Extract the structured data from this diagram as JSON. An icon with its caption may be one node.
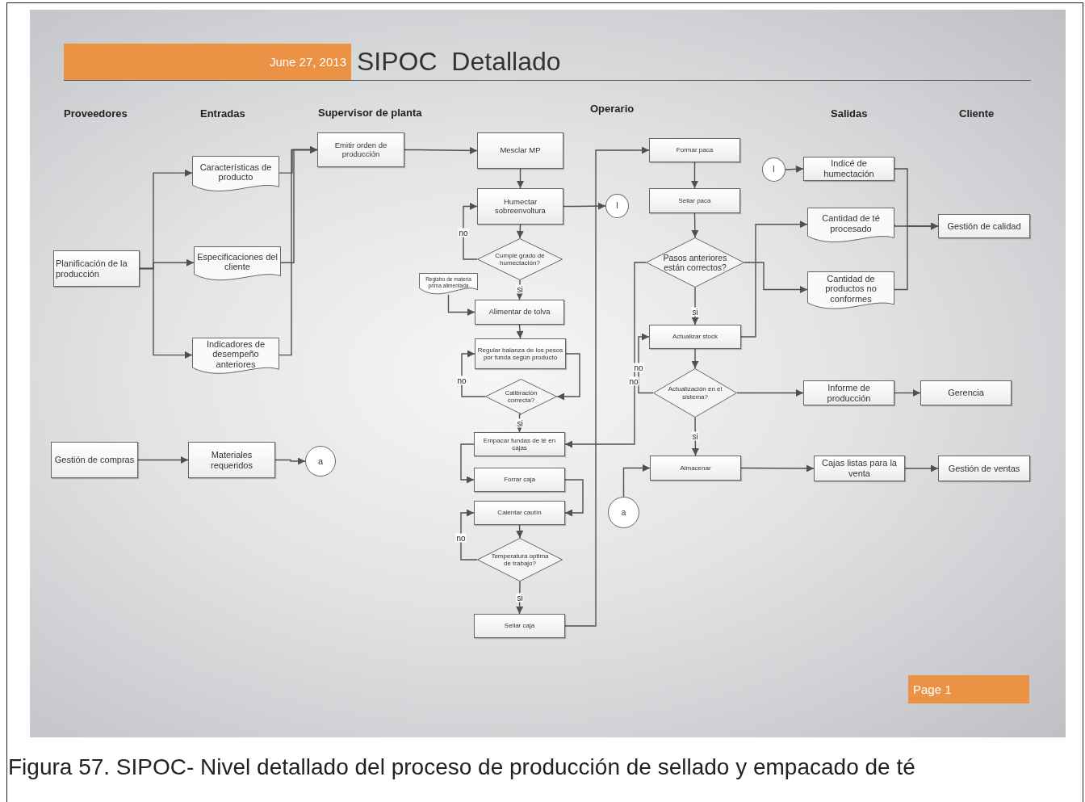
{
  "diagram": {
    "title": "SIPOC  Detallado",
    "caption": "Figura 57. SIPOC- Nivel detallado del proceso de producción de sellado y empacado de té",
    "nodes": [
      {
        "text": [
          "Planificación de la producción"
        ]
      },
      {
        "text": [
          "Características  de producto"
        ]
      },
      {
        "text": [
          "Especificaciones del cliente"
        ]
      },
      {
        "text": [
          "Indicadores de desempeño anteriores"
        ]
      },
      {
        "text": [
          "Gestión de compras"
        ]
      },
      {
        "text": [
          "Materiales requeridos"
        ]
      },
      {
        "text": [
          "a"
        ]
      },
      {
        "text": [
          "Emitir orden de producción"
        ]
      },
      {
        "text": [
          "Mesclar  MP"
        ]
      },
      {
        "text": [
          "Humectar sobreenvoltura"
        ]
      },
      {
        "text": [
          "I"
        ]
      },
      {
        "text": [
          "Cumple grado de humectación?"
        ]
      },
      {
        "text": [
          "Registro de materia prima alimentada"
        ]
      },
      {
        "text": [
          "Alimentar de tolva"
        ]
      },
      {
        "text": [
          "Regular  balanza de los pesos por funda según producto"
        ]
      },
      {
        "text": [
          "Calibración correcta?"
        ]
      },
      {
        "text": [
          "Empacar fundas de té en cajas"
        ]
      },
      {
        "text": [
          "Forrar caja"
        ]
      },
      {
        "text": [
          "Calentar cautín"
        ]
      },
      {
        "text": [
          "Temperatura optima de trabajo?"
        ]
      },
      {
        "text": [
          "Sellar caja"
        ]
      },
      {
        "text": [
          "Formar paca"
        ]
      },
      {
        "text": [
          "Sellar paca"
        ]
      },
      {
        "text": [
          "Pasos anteriores están correctos?"
        ]
      },
      {
        "text": [
          "Actualizar stock"
        ]
      },
      {
        "text": [
          "Actualización en el sistema?"
        ]
      },
      {
        "text": [
          "Almacenar"
        ]
      },
      {
        "text": [
          "a"
        ]
      },
      {
        "text": [
          "I"
        ]
      },
      {
        "text": [
          "Indicé de humectación"
        ]
      },
      {
        "text": [
          "Cantidad de té procesado"
        ]
      },
      {
        "text": [
          "Cantidad de productos no conformes"
        ]
      },
      {
        "text": [
          "Gestión de calidad"
        ]
      },
      {
        "text": [
          "Informe de producción"
        ]
      },
      {
        "text": [
          "Gerencia"
        ]
      },
      {
        "text": [
          "Cajas listas para la venta"
        ]
      },
      {
        "text": [
          "Gestión de ventas"
        ]
      }
    ],
    "edges": [
      {
        "from": 0,
        "to": 1,
        "arrow": "to"
      },
      {
        "from": 0,
        "to": 2,
        "arrow": "to"
      },
      {
        "from": 0,
        "to": 3,
        "arrow": "to"
      },
      {
        "from": 1,
        "to": 7,
        "arrow": "to"
      },
      {
        "from": 2,
        "to": 7,
        "arrow": "to"
      },
      {
        "from": 3,
        "to": 7,
        "arrow": "to"
      },
      {
        "from": 4,
        "to": 5,
        "arrow": "to"
      },
      {
        "from": 5,
        "to": 6,
        "arrow": "to"
      },
      {
        "from": 7,
        "to": 8,
        "arrow": "to"
      },
      {
        "from": 8,
        "to": 9,
        "arrow": "to"
      },
      {
        "from": 9,
        "to": 10,
        "arrow": "to"
      },
      {
        "from": 9,
        "to": 11,
        "arrow": "to"
      },
      {
        "from": 11,
        "to": 9,
        "arrow": "to",
        "label": "no"
      },
      {
        "from": 11,
        "to": 13,
        "arrow": "to",
        "label": "si"
      },
      {
        "from": 12,
        "to": 13,
        "arrow": "to"
      },
      {
        "from": 13,
        "to": 14,
        "arrow": "to"
      },
      {
        "from": 14,
        "to": 15,
        "arrow": "to"
      },
      {
        "from": 15,
        "to": 14,
        "arrow": "to",
        "label": "no"
      },
      {
        "from": 15,
        "to": 16,
        "arrow": "to",
        "label": "si"
      },
      {
        "from": 16,
        "to": 17,
        "arrow": "to"
      },
      {
        "from": 17,
        "to": 18,
        "arrow": "to"
      },
      {
        "from": 18,
        "to": 19,
        "arrow": "to"
      },
      {
        "from": 19,
        "to": 18,
        "arrow": "to",
        "label": "no"
      },
      {
        "from": 19,
        "to": 20,
        "arrow": "to",
        "label": "si"
      },
      {
        "from": 20,
        "to": 21,
        "arrow": "to"
      },
      {
        "from": 21,
        "to": 22,
        "arrow": "to"
      },
      {
        "from": 22,
        "to": 23,
        "arrow": "to"
      },
      {
        "from": 23,
        "to": 16,
        "arrow": "to",
        "label": "no"
      },
      {
        "from": 23,
        "to": 24,
        "arrow": "to",
        "label": "si"
      },
      {
        "from": 24,
        "to": 30,
        "arrow": "to"
      },
      {
        "from": 23,
        "to": 31,
        "arrow": "to"
      },
      {
        "from": 24,
        "to": 25,
        "arrow": "to"
      },
      {
        "from": 25,
        "to": 24,
        "arrow": "to",
        "label": "no"
      },
      {
        "from": 25,
        "to": 33,
        "arrow": "to"
      },
      {
        "from": 25,
        "to": 26,
        "arrow": "to",
        "label": "si"
      },
      {
        "from": 27,
        "to": 26,
        "arrow": "to"
      },
      {
        "from": 26,
        "to": 35,
        "arrow": "to"
      },
      {
        "from": 35,
        "to": 36,
        "arrow": "to"
      },
      {
        "from": 33,
        "to": 34,
        "arrow": "to"
      },
      {
        "from": 28,
        "to": 29,
        "arrow": "to"
      },
      {
        "from": 29,
        "to": 32,
        "arrow": "to"
      },
      {
        "from": 30,
        "to": 32,
        "arrow": "to"
      },
      {
        "from": 31,
        "to": 32,
        "arrow": "to"
      }
    ],
    "labels": [
      "June 27, 2013",
      "Proveedores",
      "Entradas",
      "Supervisor de planta",
      "Operario",
      "Salidas",
      "Cliente",
      "Page 1"
    ]
  }
}
